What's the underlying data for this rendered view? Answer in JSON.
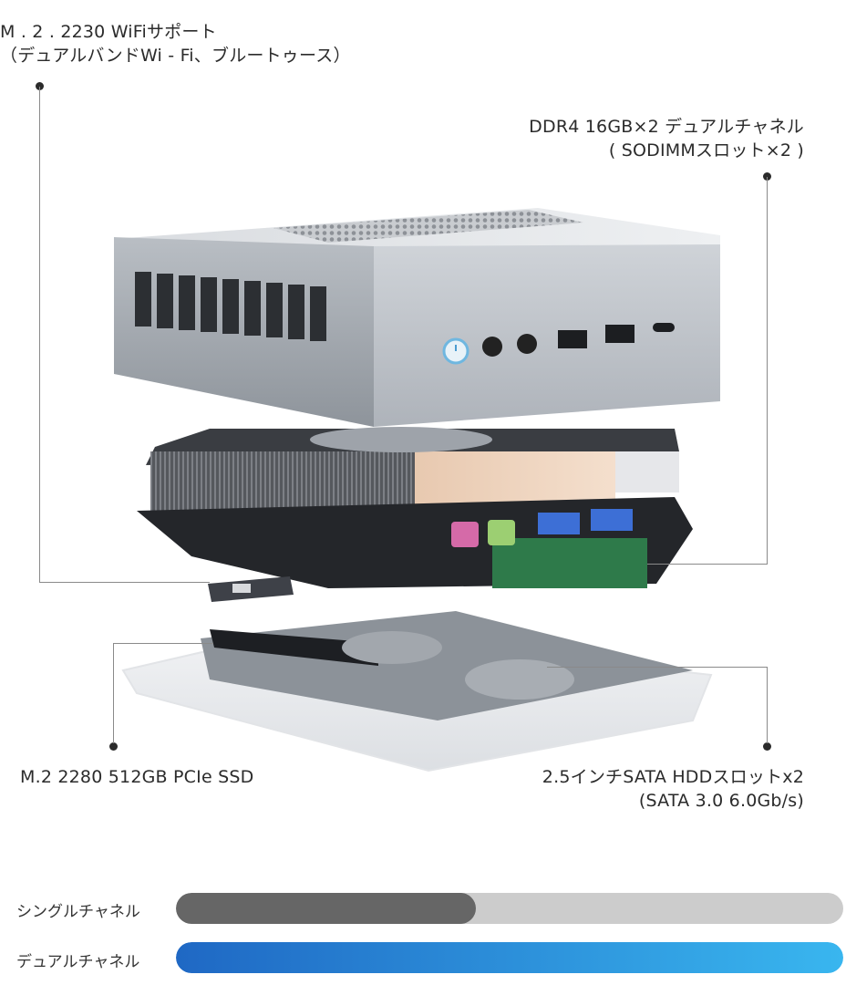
{
  "callouts": {
    "wifi": {
      "line1": "M . 2 . 2230 WiFiサポート",
      "line2": "（デュアルバンドWi - Fi、ブルートゥース）"
    },
    "ram": {
      "line1": "DDR4 16GB×2 デュアルチャネル",
      "line2": "( SODIMMスロット×2 )"
    },
    "ssd": {
      "line1": "M.2 2280 512GB PCIe SSD"
    },
    "hdd": {
      "line1": "2.5インチSATA HDDスロットx2",
      "line2": "(SATA 3.0 6.0Gb/s)"
    }
  },
  "comparison": {
    "single": {
      "label": "シングルチャネル",
      "level": 0.45
    },
    "dual": {
      "label": "デュアルチャネル",
      "level": 1.0
    }
  },
  "colors": {
    "single_fill": "#666666",
    "single_track": "#cccccc",
    "dual_start": "#1f68c4",
    "dual_end": "#39b6ef"
  }
}
